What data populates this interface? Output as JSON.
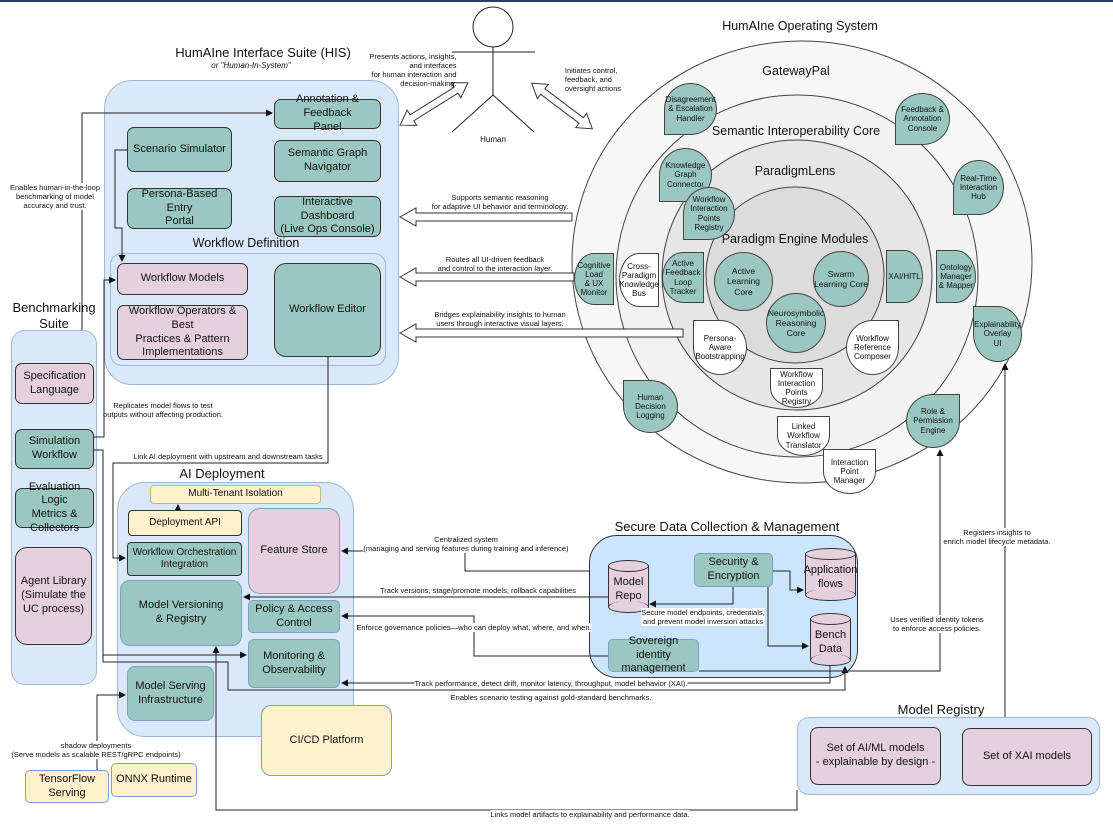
{
  "colors": {
    "teal": "#9ac7bf",
    "pink": "#e6d0de",
    "yellow": "#fff2cc",
    "group_blue": "#dae8fc",
    "ring_light": "#f7f7f7",
    "ring_mid": "#ececec"
  },
  "human": {
    "label": "Human",
    "presents": "Presents actions, insights,\nand interfaces\nfor human interaction and\ndecision-making.",
    "initiates": "Initiates control,\nfeedback, and\noversight actions"
  },
  "his": {
    "title": "HumAIne Interface Suite (HIS)",
    "subtitle": "or \"Human-In-System\"",
    "annotation_panel": "Annotation & Feedback\nPanel",
    "scenario_simulator": "Scenario Simulator",
    "semantic_graph_navigator": "Semantic Graph\nNavigator",
    "persona_portal": "Persona-Based Entry\nPortal",
    "interactive_dashboard": "Interactive Dashboard\n(Live Ops Console)",
    "workflow_definition": {
      "title": "Workflow Definition",
      "models": "Workflow Models",
      "operators": "Workflow Operators & Best\nPractices & Pattern\nImplementations",
      "editor": "Workflow Editor"
    }
  },
  "benchmarking": {
    "title": "Benchmarking\nSuite",
    "specification": "Specification\nLanguage",
    "simulation": "Simulation\nWorkflow",
    "evaluation": "Evaluation Logic\nMetrics &\nCollectors",
    "agent_library": "Agent Library\n(Simulate the\nUC process)"
  },
  "ai_deployment": {
    "title": "AI Deployment",
    "multi_tenant": "Multi-Tenant Isolation",
    "deployment_api": "Deployment API",
    "feature_store": "Feature Store",
    "orchestration": "Workflow Orchestration\nIntegration",
    "versioning": "Model Versioning\n& Registry",
    "policy": "Policy & Access\nControl",
    "monitoring": "Monitoring &\nObservability",
    "serving": "Model Serving\nInfrastructure",
    "cicd": "CI/CD Platform",
    "tensorflow": "TensorFlow\nServing",
    "onnx": "ONNX Runtime"
  },
  "secure_data": {
    "title": "Secure Data Collection & Management",
    "model_repo": "Model\nRepo",
    "security": "Security &\nEncryption",
    "app_flows": "Application\nflows",
    "bench_data": "Bench\nData",
    "sovereign": "Sovereign identity\nmanagement"
  },
  "model_registry": {
    "title": "Model Registry",
    "aiml": "Set of AI/ML models\n- explainable by design -",
    "xai": "Set of  XAI models"
  },
  "os": {
    "title": "HumAIne Operating System",
    "gateway": "GatewayPal",
    "semantic": "Semantic Interoperability Core",
    "paradigm_lens": "ParadigmLens",
    "engine": "Paradigm Engine Modules",
    "cores": {
      "active": "Active Learning\nCore",
      "swarm": "Swarm\nLearning Core",
      "neuro": "Neurosymbolic\nReasoning Core"
    },
    "modules": {
      "disagreement": "Disagreement\n& Escalation\nHandler",
      "feedback_console": "Feedback &\nAnnotation\nConsole",
      "knowledge_graph": "Knowledge\nGraph\nConnector",
      "realtime_hub": "Real-Time\nInteraction\nHub",
      "wip_registry_upper": "Workflow\nInteraction\nPoints\nRegistry",
      "cognitive_load": "Cognitive\nLoad\n& UX\nMonitor",
      "cross_paradigm": "Cross-\nParadigm\nKnowledge\nBus",
      "active_feedback": "Active\nFeedback\nLoop\nTracker",
      "xai_hitl": "XAI/HITL",
      "ontology": "Ontology\nManager\n& Mapper",
      "persona_bootstrap": "Persona-\nAware\nBootstrapping",
      "workflow_ref": "Workflow\nReference\nComposer",
      "wip_registry_lower": "Workflow\nInteraction\nPoints\nRegistry",
      "explainability": "Explainability\nOverlay\nUI",
      "human_decision": "Human\nDecision\nLogging",
      "linked_workflow": "Linked\nWorkflow\nTranslator",
      "role_permission": "Role &\nPermission\nEngine",
      "interaction_point_mgr": "Interaction\nPoint\nManager"
    }
  },
  "edges": {
    "semantic_reasoning": "Supports semantic reasoning\nfor adaptive UI behavior and terminology.",
    "routes": "Routes all UI-driven feedback\nand control to the interaction layer.",
    "bridges": "Bridges explainability insights to human\nusers through interactive visual layers.",
    "hitl": "Enables human-in-the-loop\nbenchmarking of model\naccuracy and trust.",
    "replicates": "Replicates model flows to test\noutputs without affecting production.",
    "link_ai": "Link AI deployment with upstream and downstream tasks",
    "centralized": "Centralized system\n(managing and serving features during training and inference)",
    "track_versions": "Track versions, stage/promote models, rollback capabilities",
    "secure_endpoints": "Secure model endpoints, credentials,\nand prevent model inversion attacks",
    "enforce": "Enforce governance policies—who can deploy what, where, and when.",
    "track_perf": "Track performance, detect drift, monitor latency, throughput, model behavior (XAI).",
    "scenario_testing": "Enables scenario testing against gold-standard benchmarks.",
    "identity_tokens": "Uses verified identity tokens\nto enforce access policies.",
    "registers": "Registers insights to\nenrich model lifecycle metadata.",
    "links_artifacts": "Links model artifacts to explainability and performance data.",
    "shadow": "shadow deployments\n(Serve models as scalable REST/gRPC endpoints)"
  }
}
